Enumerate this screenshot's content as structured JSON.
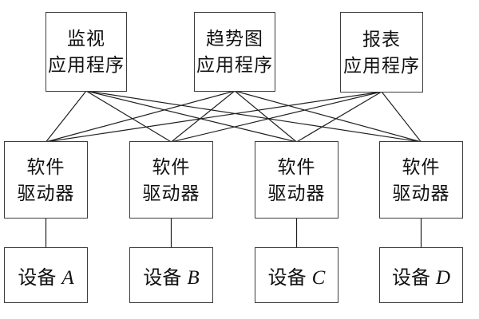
{
  "diagram": {
    "background_color": "#ffffff",
    "line_color": "#1f1f1f",
    "border_color": "#3d3d3d",
    "text_color": "#111111",
    "apps": [
      {
        "id": "app-monitor",
        "line1": "监视",
        "line2": "应用程序"
      },
      {
        "id": "app-trend",
        "line1": "趋势图",
        "line2": "应用程序"
      },
      {
        "id": "app-report",
        "line1": "报表",
        "line2": "应用程序"
      }
    ],
    "drivers": [
      {
        "id": "driver-1",
        "line1": "软件",
        "line2": "驱动器"
      },
      {
        "id": "driver-2",
        "line1": "软件",
        "line2": "驱动器"
      },
      {
        "id": "driver-3",
        "line1": "软件",
        "line2": "驱动器"
      },
      {
        "id": "driver-4",
        "line1": "软件",
        "line2": "驱动器"
      }
    ],
    "devices": [
      {
        "id": "device-a",
        "prefix": "设备",
        "letter": "A"
      },
      {
        "id": "device-b",
        "prefix": "设备",
        "letter": "B"
      },
      {
        "id": "device-c",
        "prefix": "设备",
        "letter": "C"
      },
      {
        "id": "device-d",
        "prefix": "设备",
        "letter": "D"
      }
    ],
    "edges": [
      {
        "from": "app-monitor",
        "to": "driver-1"
      },
      {
        "from": "app-monitor",
        "to": "driver-2"
      },
      {
        "from": "app-monitor",
        "to": "driver-3"
      },
      {
        "from": "app-monitor",
        "to": "driver-4"
      },
      {
        "from": "app-trend",
        "to": "driver-1"
      },
      {
        "from": "app-trend",
        "to": "driver-2"
      },
      {
        "from": "app-trend",
        "to": "driver-3"
      },
      {
        "from": "app-trend",
        "to": "driver-4"
      },
      {
        "from": "app-report",
        "to": "driver-1"
      },
      {
        "from": "app-report",
        "to": "driver-2"
      },
      {
        "from": "app-report",
        "to": "driver-3"
      },
      {
        "from": "app-report",
        "to": "driver-4"
      },
      {
        "from": "driver-1",
        "to": "device-a"
      },
      {
        "from": "driver-2",
        "to": "device-b"
      },
      {
        "from": "driver-3",
        "to": "device-c"
      },
      {
        "from": "driver-4",
        "to": "device-d"
      }
    ]
  }
}
